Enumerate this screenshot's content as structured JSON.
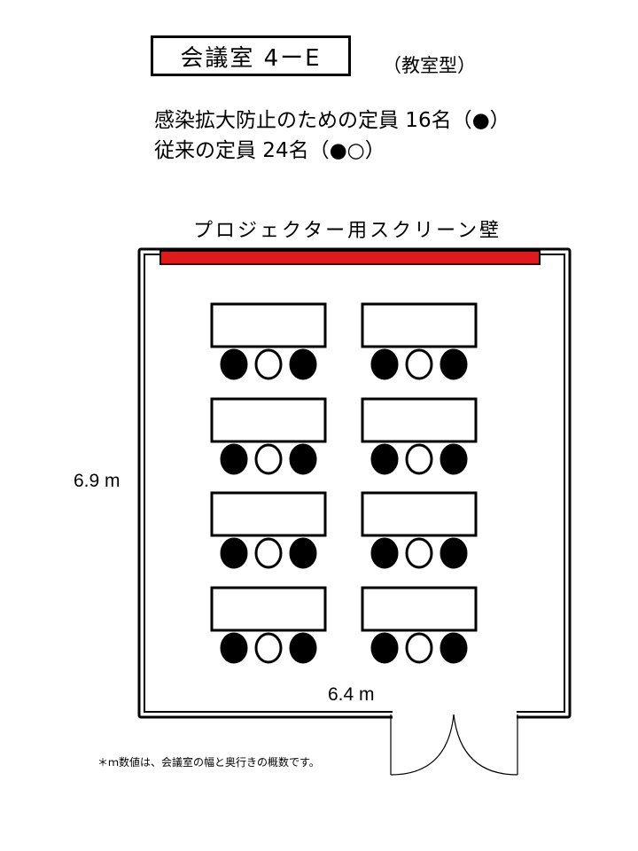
{
  "header": {
    "room_name": "会議室 4ーE",
    "layout_type": "（教室型）"
  },
  "capacity": {
    "infection_prevention": "感染拡大防止のための定員 16名（●）",
    "conventional": "従来の定員 24名（●○）"
  },
  "screen_wall_label": "プロジェクター用スクリーン壁",
  "dimensions": {
    "depth": "6.9 m",
    "width": "6.4 m"
  },
  "footnote": "＊ｍ数値は、会議室の幅と奥行きの概数です。",
  "colors": {
    "screen": "#e0191b",
    "line": "#000000",
    "occupied_seat": "#000000",
    "vacant_seat": "#ffffff"
  },
  "layout": {
    "table_columns": 2,
    "table_rows": 4,
    "seats_per_table": [
      "occupied",
      "vacant",
      "occupied"
    ]
  }
}
